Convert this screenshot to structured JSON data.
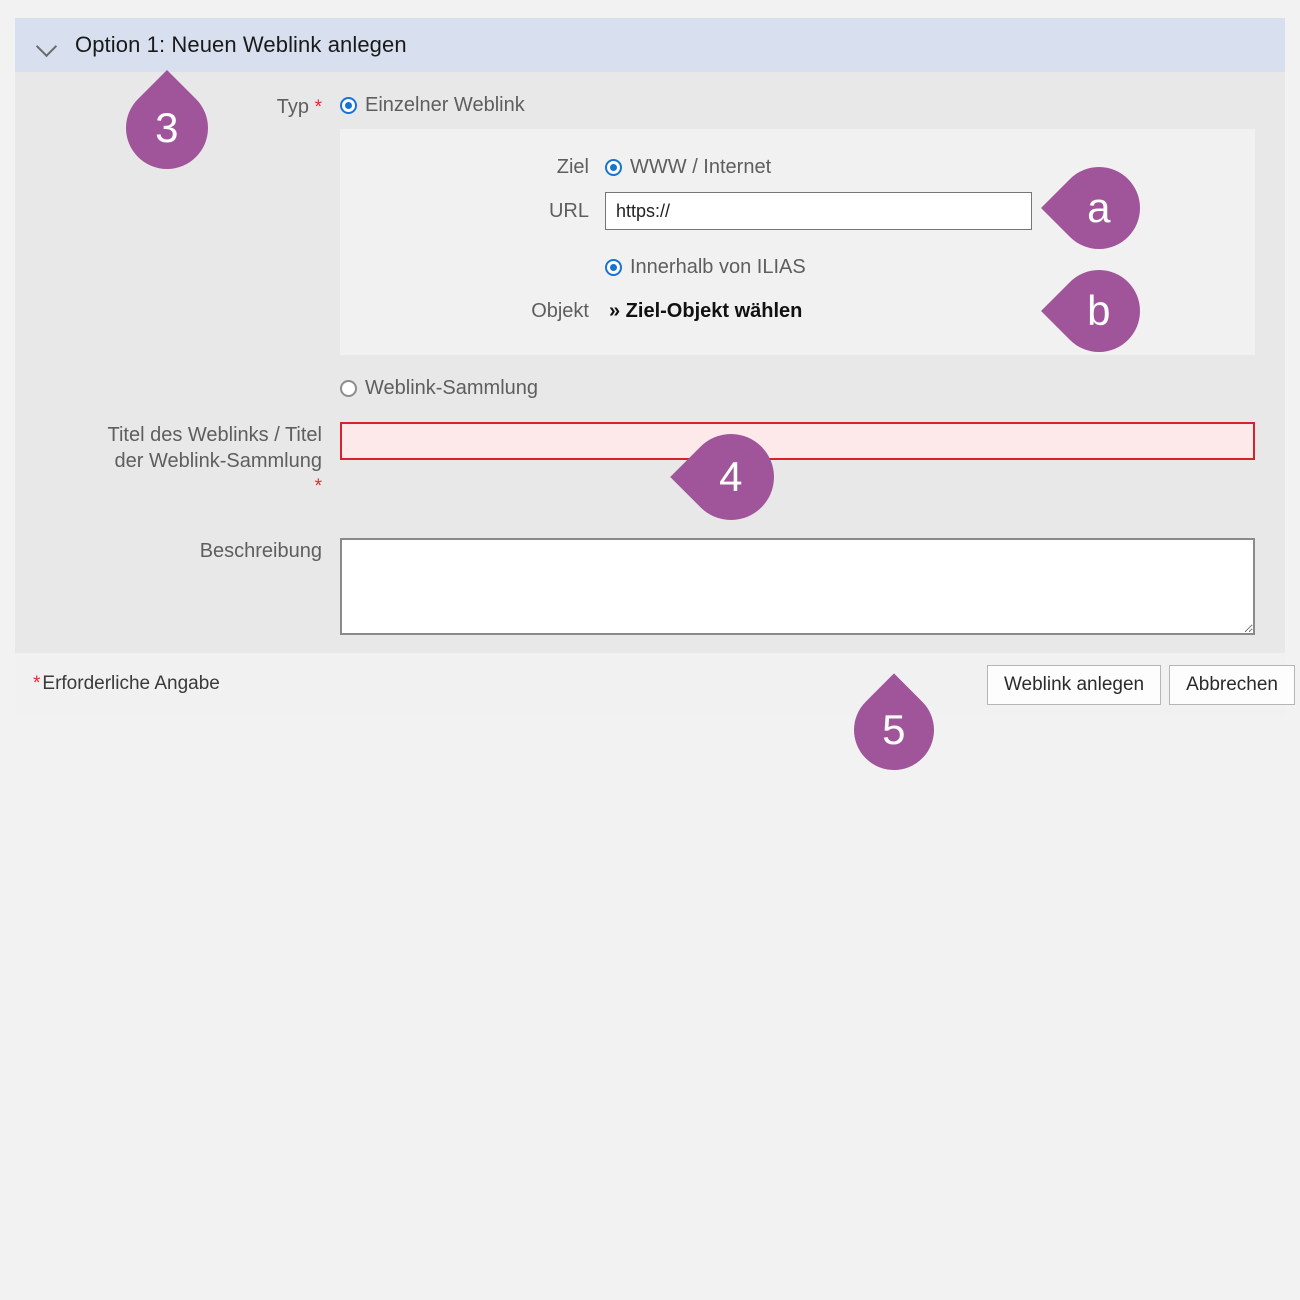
{
  "section": {
    "title": "Option 1: Neuen Weblink anlegen",
    "collapse_icon": "chevron-down-icon"
  },
  "fields": {
    "type": {
      "label": "Typ",
      "required_marker": "*",
      "options": [
        {
          "label": "Einzelner Weblink",
          "selected": true
        },
        {
          "label": "Weblink-Sammlung",
          "selected": false
        }
      ]
    },
    "target": {
      "label": "Ziel",
      "options": [
        {
          "label": "WWW / Internet",
          "selected": true
        },
        {
          "label": "Innerhalb von ILIAS",
          "selected": true
        }
      ]
    },
    "url": {
      "label": "URL",
      "value": "https://",
      "placeholder": ""
    },
    "object": {
      "label": "Objekt",
      "link_label": "» Ziel-Objekt wählen"
    },
    "title": {
      "label_line1": "Titel des Weblinks / Titel",
      "label_line2": "der Weblink-Sammlung",
      "required_marker": "*",
      "value": "",
      "placeholder": "",
      "state": "error"
    },
    "description": {
      "label": "Beschreibung",
      "value": "",
      "placeholder": ""
    }
  },
  "footer": {
    "required_note_star": "*",
    "required_note_text": "Erforderliche Angabe",
    "submit_label": "Weblink anlegen",
    "cancel_label": "Abbrechen"
  },
  "callouts": [
    {
      "id": "pin-3",
      "label": "3"
    },
    {
      "id": "pin-a",
      "label": "a"
    },
    {
      "id": "pin-b",
      "label": "b"
    },
    {
      "id": "pin-4",
      "label": "4"
    },
    {
      "id": "pin-5",
      "label": "5"
    }
  ],
  "colors": {
    "header_bg": "#d8e0ef",
    "body_bg": "#e8e8e8",
    "subpanel_bg": "#f1f1f1",
    "pin": "#a0559b",
    "radio_accent": "#1775d1",
    "error_border": "#d8202f",
    "error_fill": "#fde9ea",
    "required_star": "#e02b33"
  }
}
